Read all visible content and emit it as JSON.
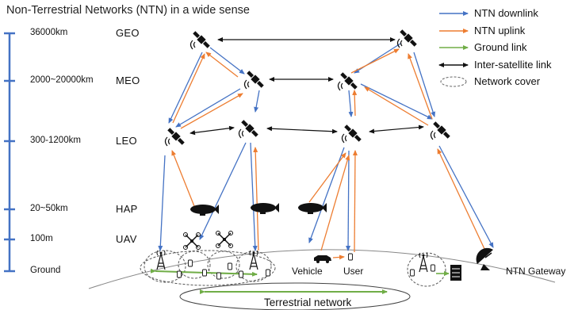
{
  "title": "Non-Terrestrial Networks (NTN) in a wide sense",
  "altitudes": [
    {
      "label": "36000km"
    },
    {
      "label": "2000~20000km"
    },
    {
      "label": "300-1200km"
    },
    {
      "label": "20~50km"
    },
    {
      "label": "100m"
    },
    {
      "label": "Ground"
    }
  ],
  "layers": [
    "GEO",
    "MEO",
    "LEO",
    "HAP",
    "UAV"
  ],
  "legend": [
    {
      "label": "NTN downlink",
      "color": "#4472c4",
      "kind": "arrow"
    },
    {
      "label": "NTN uplink",
      "color": "#ed7d31",
      "kind": "arrow"
    },
    {
      "label": "Ground link",
      "color": "#70ad47",
      "kind": "arrow"
    },
    {
      "label": "Inter-satellite link",
      "color": "#111111",
      "kind": "arrow"
    },
    {
      "label": "Network cover",
      "color": "#666666",
      "kind": "dashed-ellipse"
    }
  ],
  "ground_labels": {
    "vehicle": "Vehicle",
    "user": "User",
    "gateway": "NTN Gateway",
    "terrestrial": "Terrestrial  network"
  },
  "colors": {
    "downlink": "#4472c4",
    "uplink": "#ed7d31",
    "ground": "#70ad47",
    "isl": "#111111",
    "scale": "#4472c4"
  }
}
